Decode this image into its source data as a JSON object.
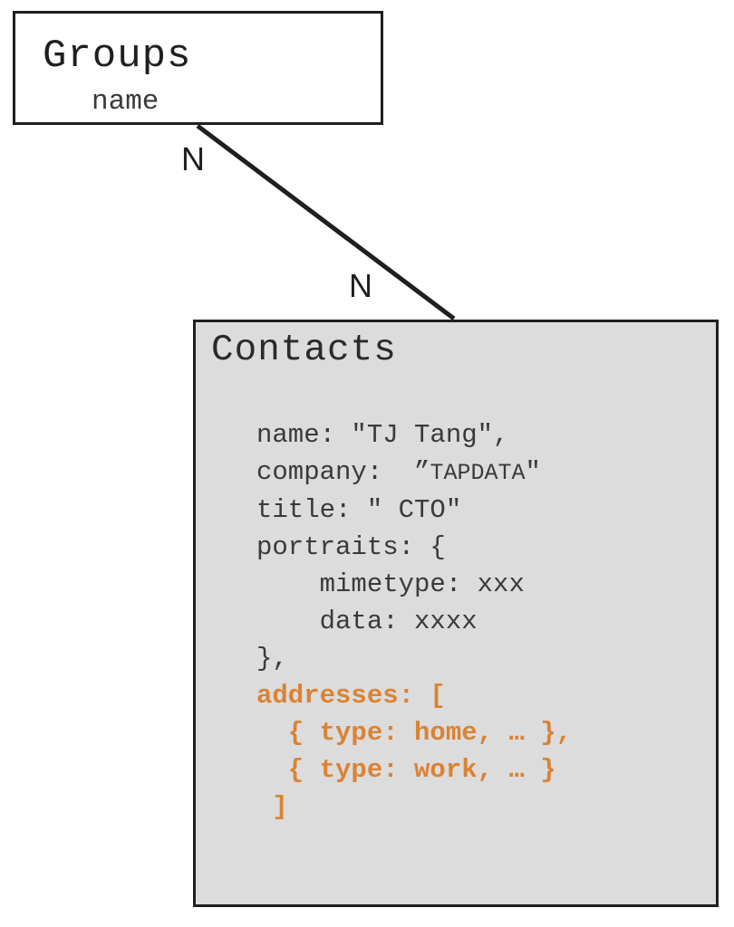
{
  "diagram": {
    "groups_entity": {
      "title": "Groups",
      "field": "name"
    },
    "relationship": {
      "label_near_groups": "N",
      "label_near_contacts": "N"
    },
    "contacts_entity": {
      "title": "Contacts",
      "code_lines": [
        {
          "segments": [
            {
              "t": "name: \"TJ Tang\",",
              "c": "plain"
            }
          ]
        },
        {
          "segments": [
            {
              "t": "company:  ”",
              "c": "plain"
            },
            {
              "t": "TAPDATA",
              "c": "small"
            },
            {
              "t": "\"",
              "c": "plain"
            }
          ]
        },
        {
          "segments": [
            {
              "t": "title: \" CTO\"",
              "c": "plain"
            }
          ]
        },
        {
          "segments": [
            {
              "t": "portraits: {",
              "c": "plain"
            }
          ]
        },
        {
          "segments": [
            {
              "t": "    mimetype: xxx",
              "c": "plain"
            }
          ]
        },
        {
          "segments": [
            {
              "t": "    data: xxxx",
              "c": "plain"
            }
          ]
        },
        {
          "segments": [
            {
              "t": "},",
              "c": "plain"
            }
          ]
        },
        {
          "segments": [
            {
              "t": "addresses: [",
              "c": "orange"
            }
          ]
        },
        {
          "segments": [
            {
              "t": "  { type: home, … },",
              "c": "orange"
            }
          ]
        },
        {
          "segments": [
            {
              "t": "  { type: work, … }",
              "c": "orange"
            }
          ]
        },
        {
          "segments": [
            {
              "t": " ]",
              "c": "orange"
            }
          ]
        }
      ]
    },
    "colors": {
      "ink": "#1f1f1f",
      "box_fill": "#dcdcdc",
      "code_ink": "#3a3a3a",
      "orange": "#db8233"
    }
  }
}
